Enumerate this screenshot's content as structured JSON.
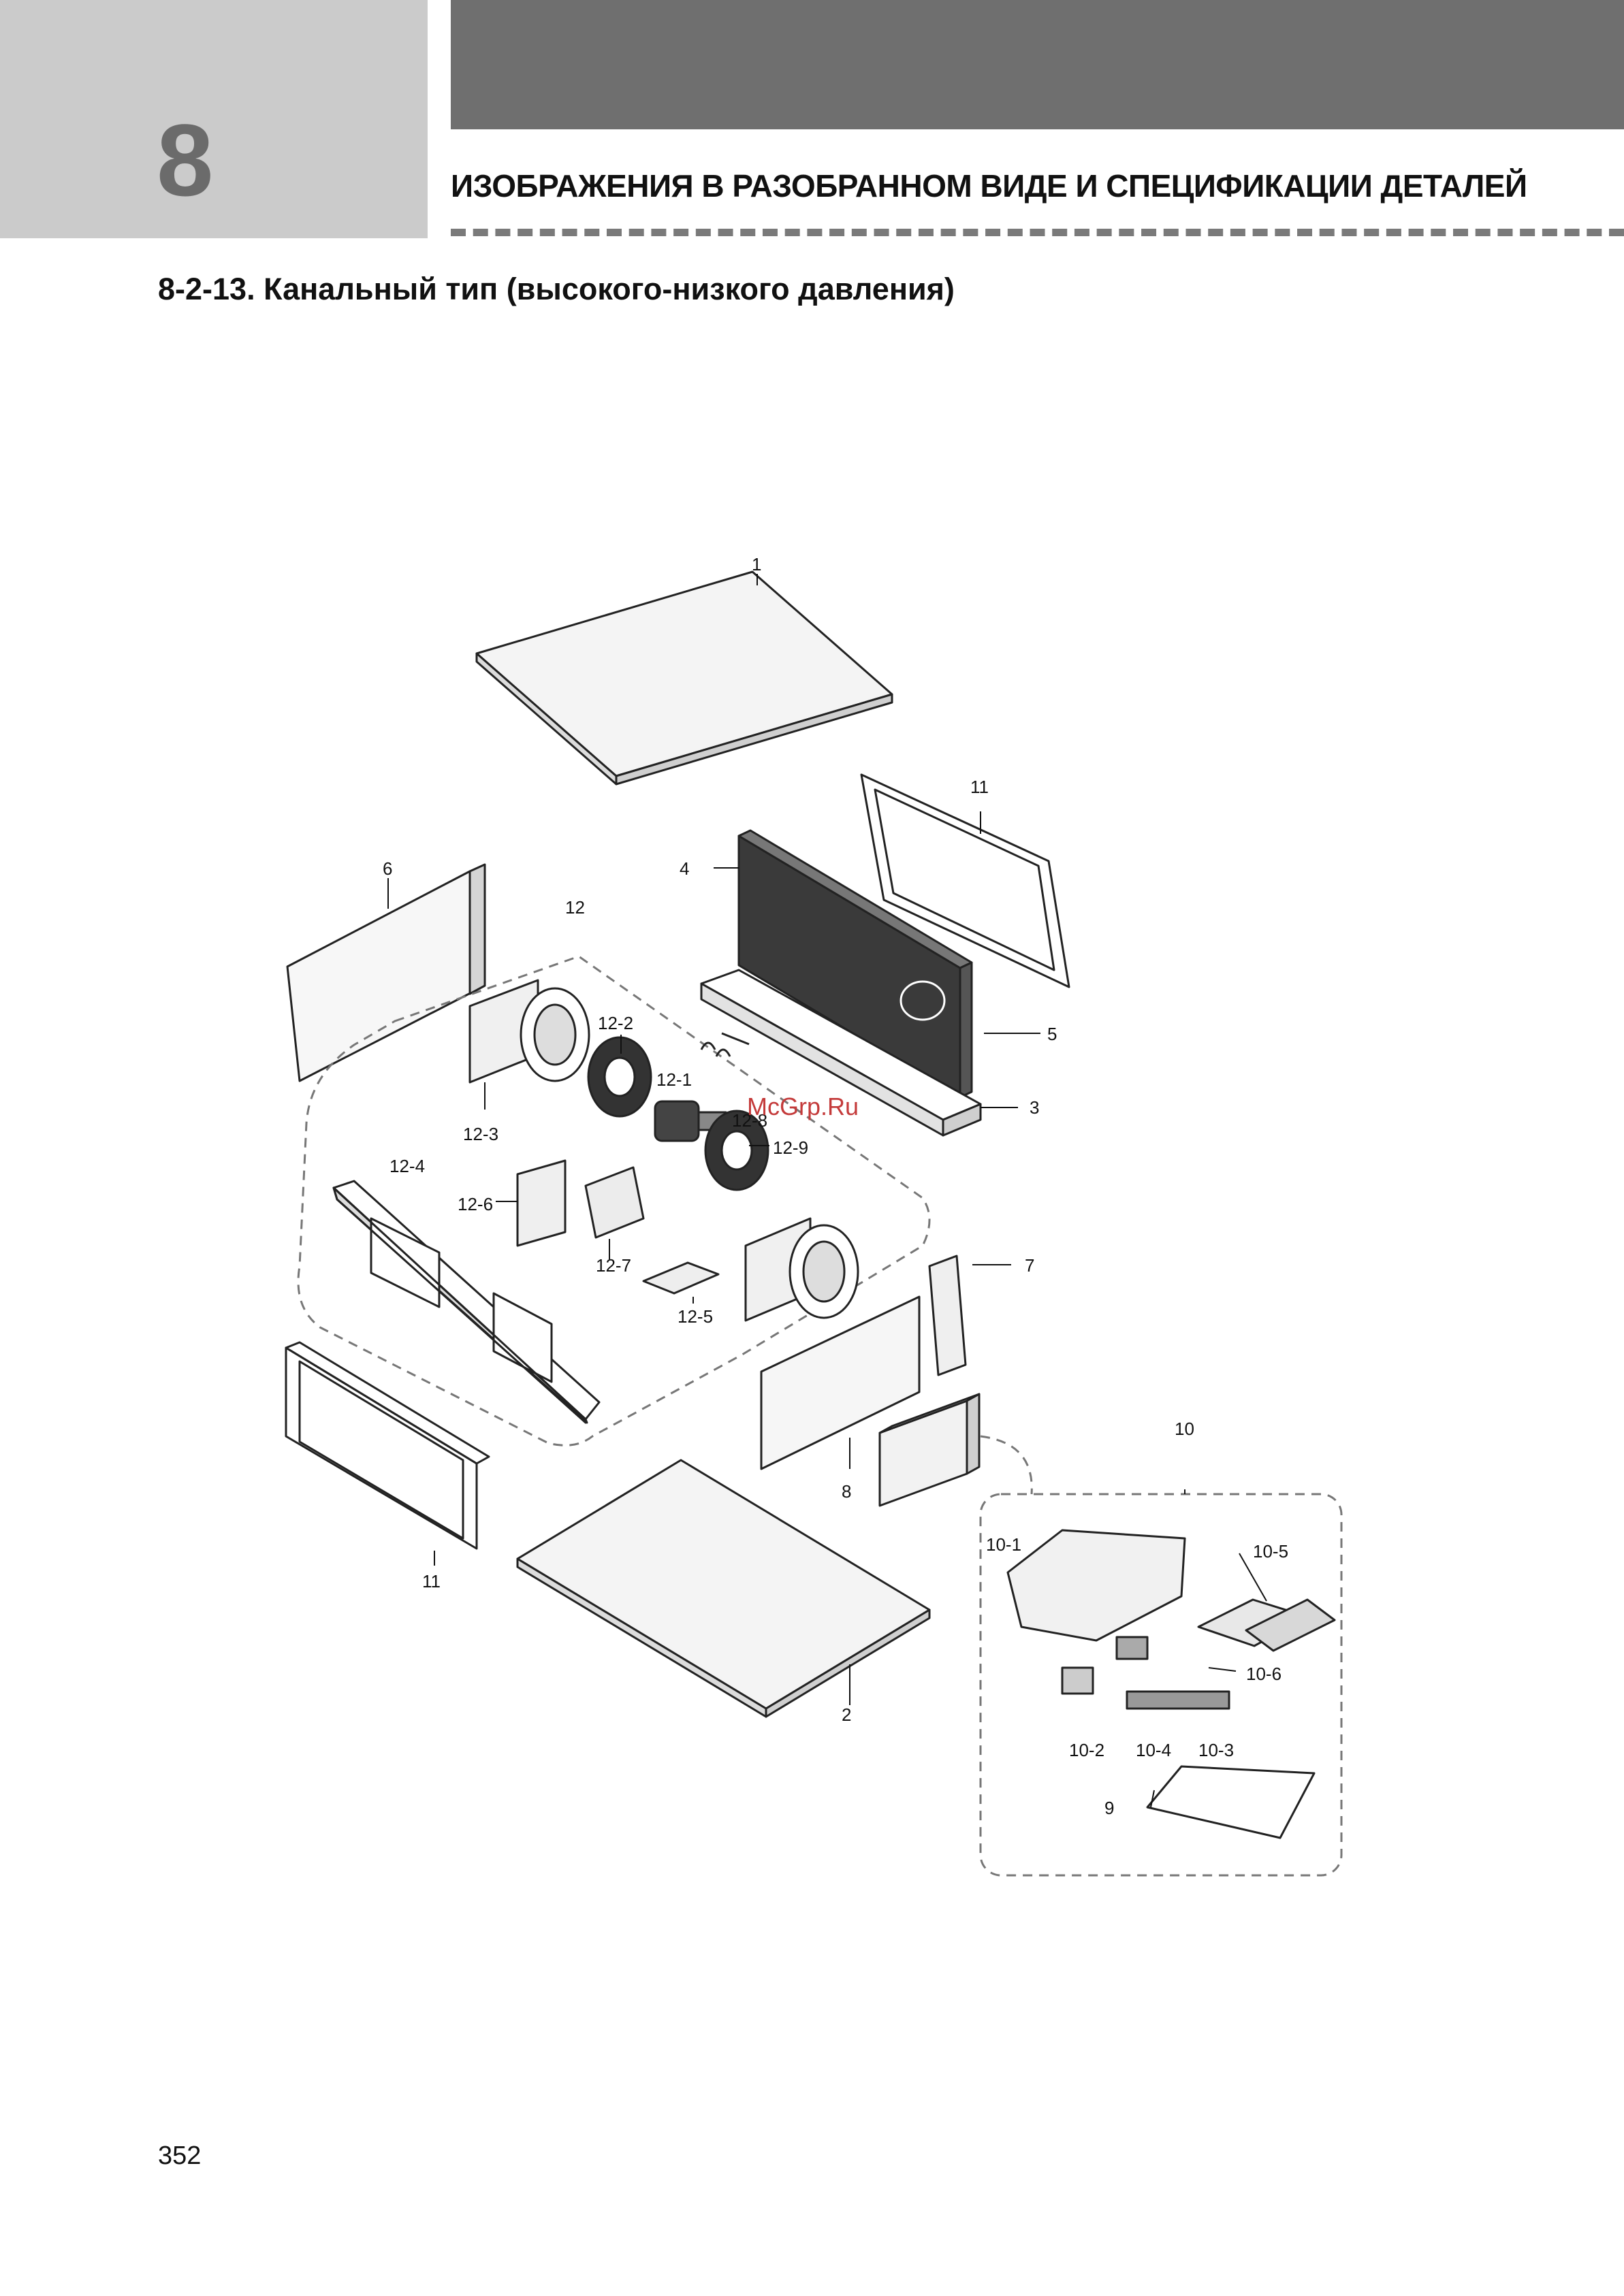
{
  "chapter": {
    "number": "8"
  },
  "header": {
    "title": "ИЗОБРАЖЕНИЯ В РАЗОБРАННОМ ВИДЕ И СПЕЦИФИКАЦИИ ДЕТАЛЕЙ"
  },
  "section": {
    "title": "8-2-13. Канальный тип (высокого-низкого давления)"
  },
  "diagram": {
    "labels": {
      "p1": "1",
      "p2": "2",
      "p3": "3",
      "p4": "4",
      "p5": "5",
      "p6": "6",
      "p7": "7",
      "p8": "8",
      "p9": "9",
      "p10": "10",
      "p11a": "11",
      "p11b": "11",
      "p12": "12",
      "p12_1": "12-1",
      "p12_2": "12-2",
      "p12_3": "12-3",
      "p12_4": "12-4",
      "p12_5": "12-5",
      "p12_6": "12-6",
      "p12_7": "12-7",
      "p12_8": "12-8",
      "p12_9": "12-9",
      "p10_1": "10-1",
      "p10_2": "10-2",
      "p10_3": "10-3",
      "p10_4": "10-4",
      "p10_5": "10-5",
      "p10_6": "10-6"
    }
  },
  "watermark": "McGrp.Ru",
  "page_number": "352"
}
